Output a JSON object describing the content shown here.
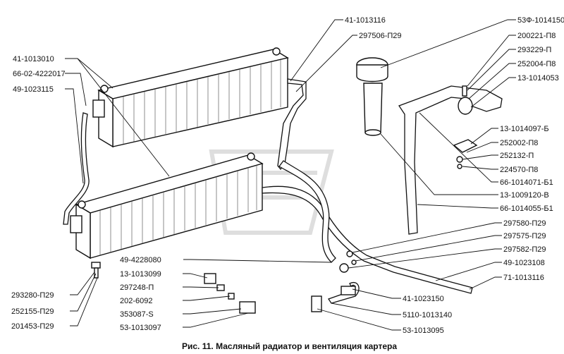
{
  "figure": {
    "caption": "Рис. 11. Масляный радиатор и вентиляция картера"
  },
  "labels": {
    "left": [
      "41-1013010",
      "66-02-4222017",
      "49-1023115"
    ],
    "top_center": [
      "41-1013116",
      "297506-П29"
    ],
    "right_upper": [
      "53Ф-1014150",
      "200221-П8",
      "293229-П",
      "252004-П8",
      "13-1014053"
    ],
    "right_middle": [
      "13-1014097-Б",
      "252002-П8",
      "252132-П",
      "224570-П8",
      "66-1014071-Б1",
      "13-1009120-В",
      "66-1014055-Б1"
    ],
    "right_lower": [
      "297580-П29",
      "297575-П29",
      "297582-П29",
      "49-1023108",
      "71-1013116"
    ],
    "center": [
      "49-4228080",
      "13-1013099",
      "297248-П",
      "202-6092",
      "353087-S",
      "53-1013097"
    ],
    "bottom_left": [
      "293280-П29",
      "252155-П29",
      "201453-П29"
    ],
    "bottom_right": [
      "41-1023150",
      "5110-1013140",
      "53-1013095"
    ]
  }
}
